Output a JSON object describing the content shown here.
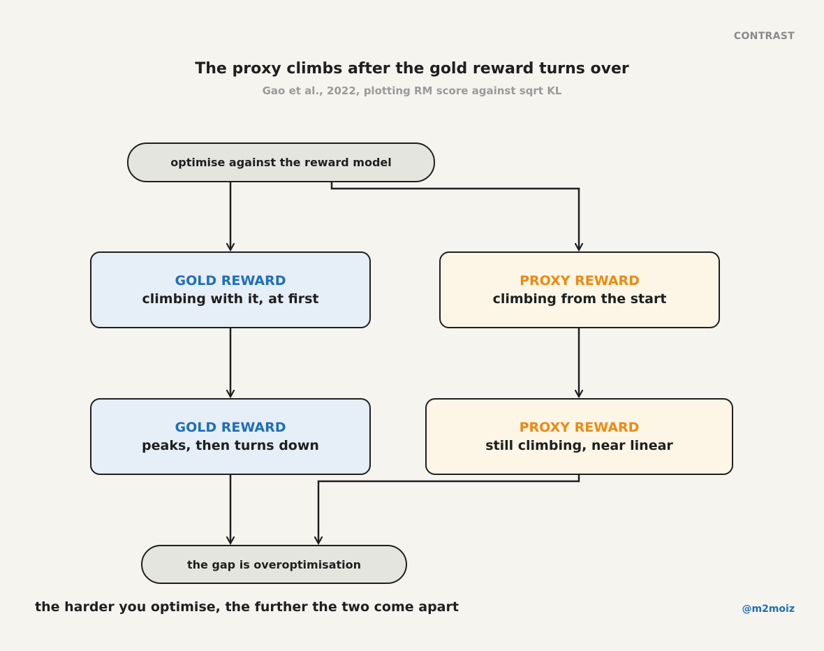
{
  "corner_tag": "CONTRAST",
  "title": "The proxy climbs after the gold reward turns over",
  "subtitle": "Gao et al., 2022, plotting RM score against sqrt KL",
  "nodes": {
    "start": "optimise against the reward model",
    "gold_1": {
      "heading": "GOLD REWARD",
      "text": "climbing with it, at first"
    },
    "proxy_1": {
      "heading": "PROXY REWARD",
      "text": "climbing from the start"
    },
    "gold_2": {
      "heading": "GOLD REWARD",
      "text": "peaks, then turns down"
    },
    "proxy_2": {
      "heading": "PROXY REWARD",
      "text": "still climbing, near linear"
    },
    "end": "the gap is overoptimisation"
  },
  "footer": "the harder you optimise, the further the two come apart",
  "handle": "@m2moiz",
  "colors": {
    "background": "#f5f4ef",
    "gold_accent": "#1f6fb8",
    "proxy_accent": "#ec8a12",
    "gold_fill": "#e6eef8",
    "proxy_fill": "#fdf6e7",
    "pill_fill": "#e5e5e0"
  }
}
